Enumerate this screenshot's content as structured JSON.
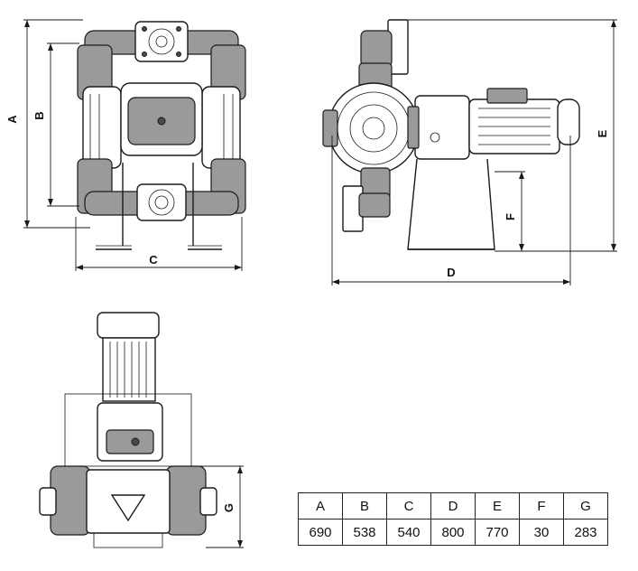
{
  "dimension_labels": {
    "A": "A",
    "B": "B",
    "C": "C",
    "D": "D",
    "E": "E",
    "F": "F",
    "G": "G"
  },
  "table": {
    "headers": [
      "A",
      "B",
      "C",
      "D",
      "E",
      "F",
      "G"
    ],
    "values": [
      "690",
      "538",
      "540",
      "800",
      "770",
      "30",
      "283"
    ]
  }
}
